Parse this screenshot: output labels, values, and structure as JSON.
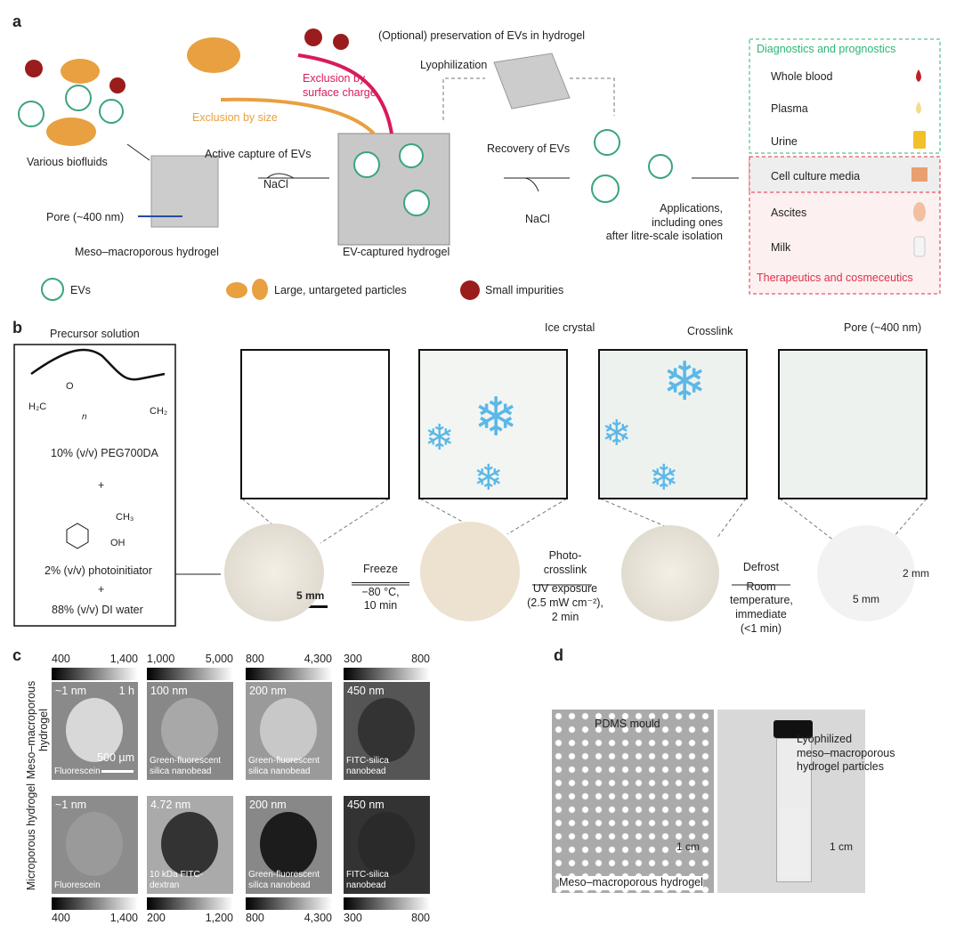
{
  "panel_a": {
    "label": "a",
    "optional": "(Optional) preservation of EVs in hydrogel",
    "lyophilization": "Lyophilization",
    "excl_charge": [
      "Exclusion by",
      "surface charge"
    ],
    "excl_size": "Exclusion by size",
    "biofluids": "Various biofluids",
    "active_capture": "Active capture of EVs",
    "nacl1": "NaCl",
    "recovery": "Recovery of EVs",
    "nacl2": "NaCl",
    "pore": "Pore (~400 nm)",
    "meso": "Meso–macroporous hydrogel",
    "evcap": "EV-captured hydrogel",
    "applications": [
      "Applications,",
      "including ones",
      "after litre-scale isolation"
    ],
    "legend": {
      "evs": "EVs",
      "large": "Large, untargeted particles",
      "small": "Small impurities"
    },
    "box": {
      "diag_header": "Diagnostics and prognostics",
      "items": [
        "Whole blood",
        "Plasma",
        "Urine",
        "Cell culture media",
        "Ascites",
        "Milk"
      ],
      "thera_footer": "Therapeutics and cosmeceutics"
    },
    "colors": {
      "green": "#2bb673",
      "red": "#e0304a",
      "pink": "#d81b5c",
      "orange": "#e8a040",
      "blue": "#2b4aa0"
    }
  },
  "panel_b": {
    "label": "b",
    "precursor": "Precursor solution",
    "peg": "10% (v/v) PEG700DA",
    "plus": "+",
    "photo": "2% (v/v) photoinitiator",
    "water": "88% (v/v) DI water",
    "chem": {
      "h2c": "H₂C",
      "ch2": "CH₂",
      "o": "O",
      "n": "n",
      "ch3": "CH₃",
      "oh": "OH"
    },
    "ice": "Ice crystal",
    "crosslink": "Crosslink",
    "pore": "Pore (~400 nm)",
    "step1": {
      "title": "Freeze",
      "detail": [
        "−80 °C,",
        "10 min"
      ]
    },
    "step2": {
      "title": [
        "Photo-",
        "crosslink"
      ],
      "detail": [
        "UV exposure",
        "(2.5 mW cm⁻²),",
        "2 min"
      ]
    },
    "step3": {
      "title": "Defrost",
      "detail": [
        "Room",
        "temperature,",
        "immediate",
        "(<1 min)"
      ]
    },
    "scale": "5 mm",
    "dim_h": "2 mm",
    "dim_w": "5 mm"
  },
  "panel_c": {
    "label": "c",
    "row_labels": [
      "Meso–macroporous hydrogel",
      "Microporous hydrogel"
    ],
    "top_bars": [
      [
        "400",
        "1,400"
      ],
      [
        "1,000",
        "5,000"
      ],
      [
        "800",
        "4,300"
      ],
      [
        "300",
        "800"
      ]
    ],
    "bottom_bars": [
      [
        "400",
        "1,400"
      ],
      [
        "200",
        "1,200"
      ],
      [
        "800",
        "4,300"
      ],
      [
        "300",
        "800"
      ]
    ],
    "row1": [
      {
        "size": "~1 nm",
        "time": "1 h",
        "probe": "Fluorescein",
        "scale": "500 µm"
      },
      {
        "size": "100 nm",
        "probe": "Green-fluorescent silica nanobead"
      },
      {
        "size": "200 nm",
        "probe": "Green-fluorescent silica nanobead"
      },
      {
        "size": "450 nm",
        "probe": "FITC-silica nanobead"
      }
    ],
    "row2": [
      {
        "size": "~1 nm",
        "probe": "Fluorescein"
      },
      {
        "size": "4.72 nm",
        "probe": "10 kDa FITC-dextran"
      },
      {
        "size": "200 nm",
        "probe": "Green-fluorescent silica nanobead"
      },
      {
        "size": "450 nm",
        "probe": "FITC-silica nanobead"
      }
    ]
  },
  "panel_d": {
    "label": "d",
    "pdms": "PDMS mould",
    "meso": "Meso–macroporous hydrogel",
    "lyo": [
      "Lyophilized",
      "meso–macroporous",
      "hydrogel particles"
    ],
    "scale1": "1 cm",
    "scale2": "1 cm"
  }
}
